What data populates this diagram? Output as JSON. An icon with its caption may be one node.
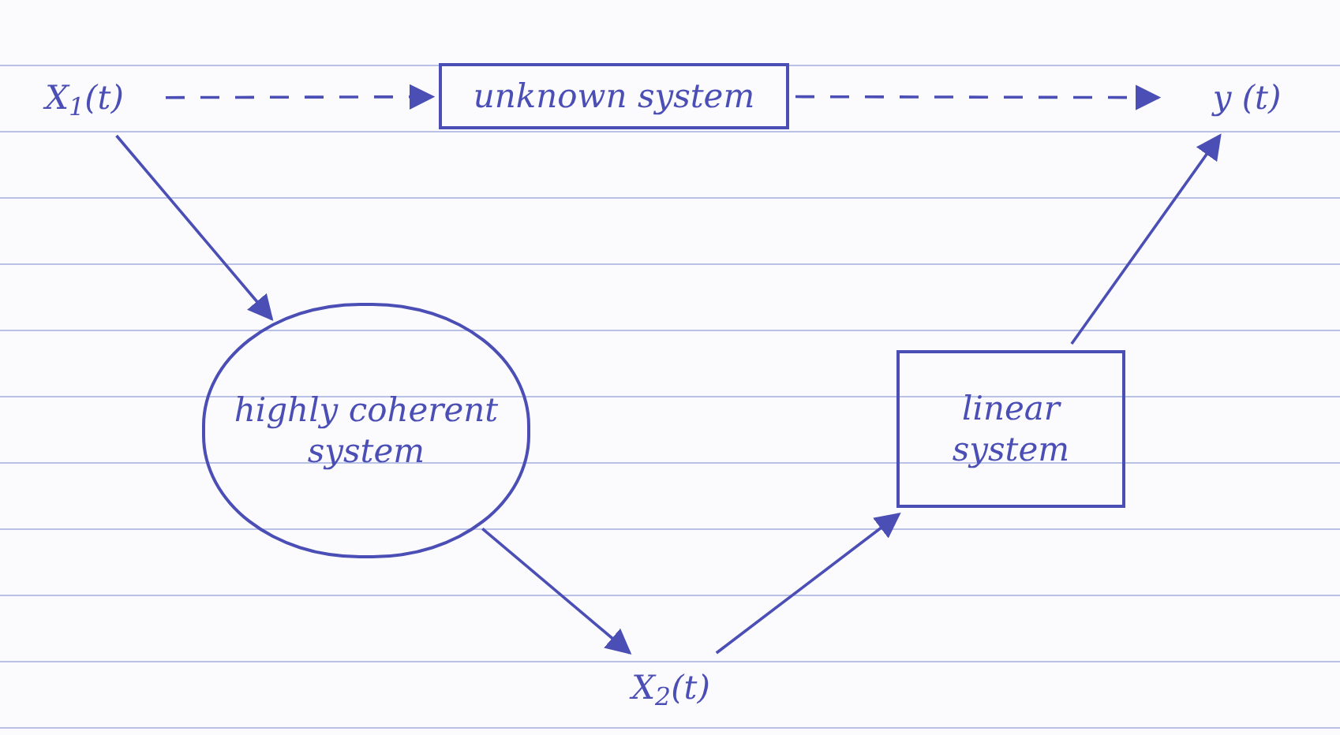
{
  "diagram": {
    "nodes": [
      {
        "text": [
          "X$_{1}$(t)"
        ]
      },
      {
        "text": [
          "unknown system"
        ]
      },
      {
        "text": [
          "y (t)"
        ]
      },
      {
        "text": [
          "highly coherent system"
        ]
      },
      {
        "text": [
          "X$_{2}$(t)"
        ]
      },
      {
        "text": [
          "linear system"
        ]
      }
    ],
    "edges": [
      {
        "from": 0,
        "to": 1,
        "arrow": "to",
        "style": "dashed"
      },
      {
        "from": 1,
        "to": 2,
        "arrow": "to",
        "style": "dashed"
      },
      {
        "from": 0,
        "to": 3,
        "arrow": "to"
      },
      {
        "from": 3,
        "to": 4,
        "arrow": "to"
      },
      {
        "from": 4,
        "to": 5,
        "arrow": "to"
      },
      {
        "from": 5,
        "to": 2,
        "arrow": "to"
      }
    ]
  }
}
